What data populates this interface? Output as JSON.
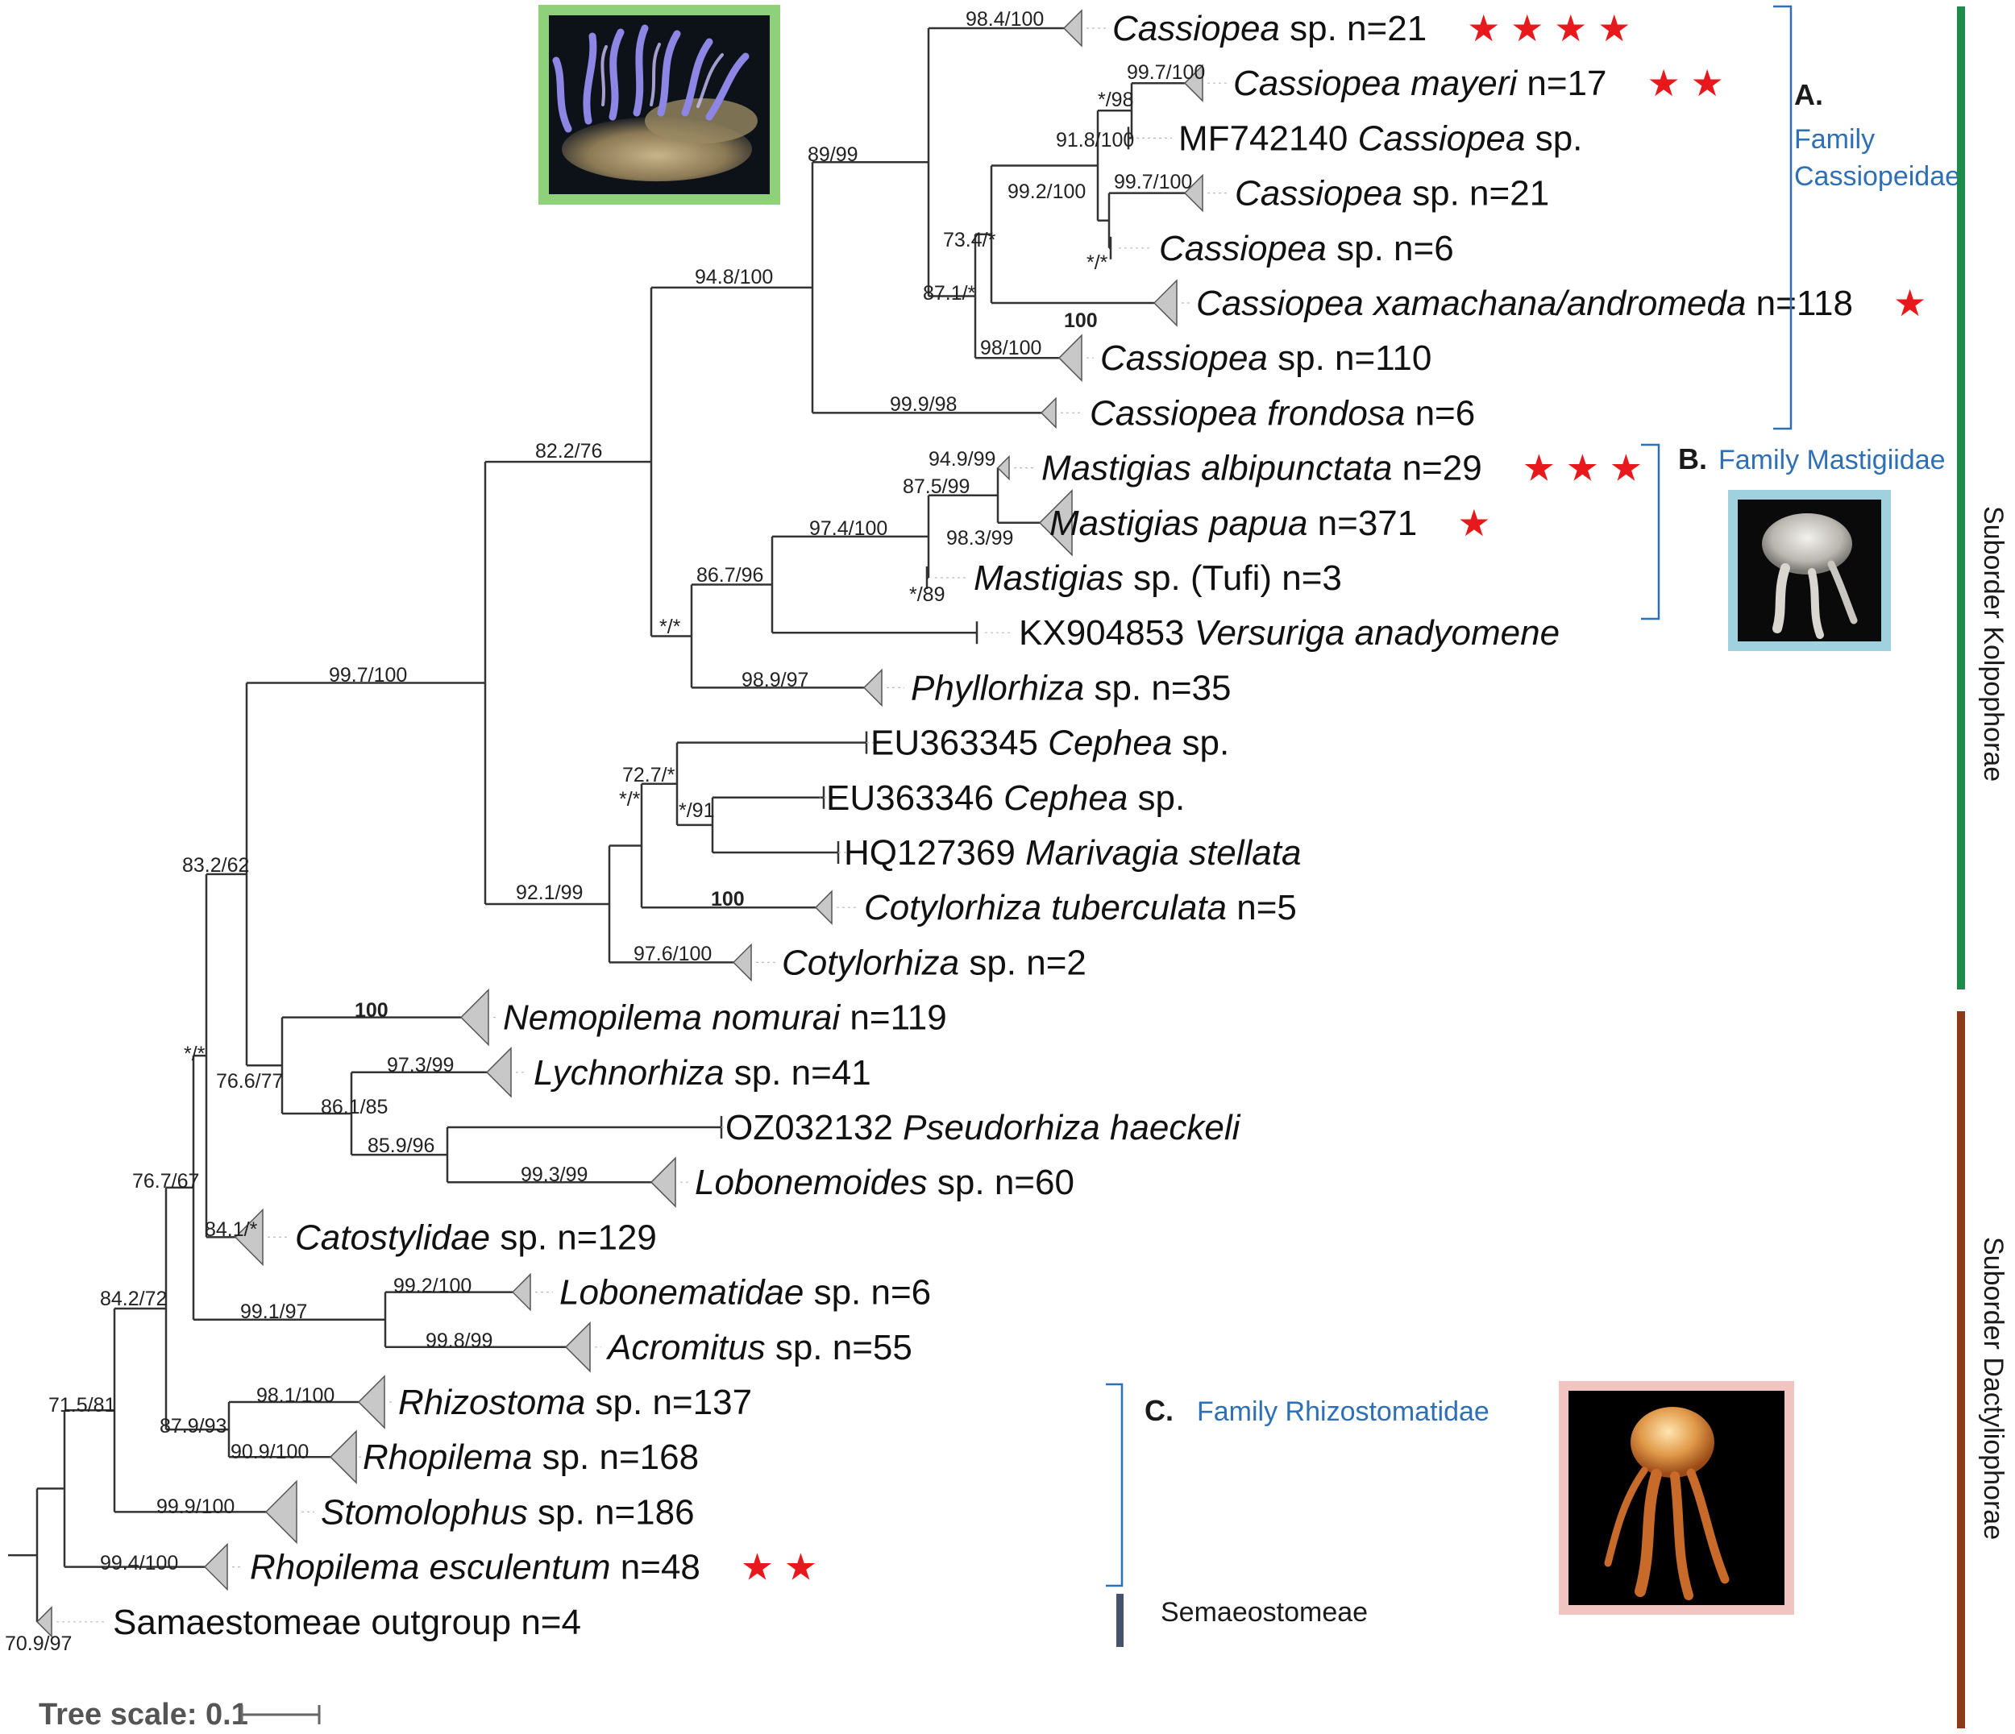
{
  "tips": [
    {
      "genus": "Cassiopea",
      "rest": " sp. n=21",
      "stars": 4
    },
    {
      "genus": "Cassiopea mayeri",
      "rest": " n=17",
      "stars": 2
    },
    {
      "prefix": "MF742140 ",
      "genus": "Cassiopea",
      "rest": " sp.",
      "stars": 0
    },
    {
      "genus": "Cassiopea",
      "rest": " sp. n=21",
      "stars": 0
    },
    {
      "genus": "Cassiopea",
      "rest": " sp. n=6",
      "stars": 0
    },
    {
      "genus": "Cassiopea xamachana/andromeda",
      "rest": " n=118",
      "stars": 1
    },
    {
      "genus": "Cassiopea",
      "rest": " sp. n=110",
      "stars": 0
    },
    {
      "genus": "Cassiopea frondosa",
      "rest": " n=6",
      "stars": 0
    },
    {
      "genus": "Mastigias albipunctata",
      "rest": " n=29",
      "stars": 3
    },
    {
      "genus": "Mastigias papua",
      "rest": " n=371",
      "stars": 1
    },
    {
      "genus": "Mastigias",
      "rest": " sp. (Tufi) n=3",
      "stars": 0
    },
    {
      "prefix": "KX904853 ",
      "genus": "Versuriga anadyomene",
      "rest": "",
      "stars": 0
    },
    {
      "genus": "Phyllorhiza",
      "rest": " sp. n=35",
      "stars": 0
    },
    {
      "prefix": "EU363345 ",
      "genus": "Cephea",
      "rest": " sp.",
      "stars": 0
    },
    {
      "prefix": "EU363346 ",
      "genus": "Cephea",
      "rest": " sp.",
      "stars": 0
    },
    {
      "prefix": "HQ127369 ",
      "genus": "Marivagia stellata",
      "rest": "",
      "stars": 0
    },
    {
      "genus": "Cotylorhiza tuberculata",
      "rest": " n=5",
      "stars": 0
    },
    {
      "genus": "Cotylorhiza",
      "rest": " sp. n=2",
      "stars": 0
    },
    {
      "genus": "Nemopilema nomurai",
      "rest": " n=119",
      "stars": 0
    },
    {
      "genus": "Lychnorhiza",
      "rest": " sp. n=41",
      "stars": 0
    },
    {
      "prefix": "OZ032132 ",
      "genus": "Pseudorhiza haeckeli",
      "rest": "",
      "stars": 0
    },
    {
      "genus": "Lobonemoides",
      "rest": " sp. n=60",
      "stars": 0
    },
    {
      "genus": "Catostylidae",
      "rest": " sp. n=129",
      "stars": 0
    },
    {
      "genus": "Lobonematidae",
      "rest": " sp. n=6",
      "stars": 0
    },
    {
      "genus": "Acromitus",
      "rest": " sp. n=55",
      "stars": 0
    },
    {
      "genus": "Rhizostoma",
      "rest": " sp. n=137",
      "stars": 0
    },
    {
      "genus": "Rhopilema",
      "rest": " sp. n=168",
      "stars": 0
    },
    {
      "genus": "Stomolophus",
      "rest": " sp. n=186",
      "stars": 0
    },
    {
      "genus": "Rhopilema esculentum",
      "rest": " n=48",
      "stars": 2
    },
    {
      "prefix": "",
      "genus": "",
      "rest": "Samaestomeae outgroup n=4",
      "stars": 0
    }
  ],
  "supports": [
    "98.4/100",
    "99.7/100",
    "*/98",
    "91.8/100",
    "99.2/100",
    "99.7/100",
    "73.4/*",
    "*/*",
    "87.1/*",
    "100",
    "98/100",
    "89/99",
    "99.9/98",
    "94.8/100",
    "94.9/99",
    "87.5/99",
    "98.3/99",
    "*/89",
    "97.4/100",
    "86.7/96",
    "*/*",
    "98.9/97",
    "82.2/76",
    "72.7/*",
    "*/91",
    "*/*",
    "100",
    "97.6/100",
    "92.1/99",
    "99.7/100",
    "100",
    "97.3/99",
    "85.9/96",
    "99.3/99",
    "86.1/85",
    "76.6/77",
    "84.1/*",
    "*/*",
    "83.2/62",
    "99.2/100",
    "99.8/99",
    "99.1/97",
    "98.1/100",
    "90.9/100",
    "87.9/93",
    "76.7/67",
    "99.9/100",
    "84.2/72",
    "99.4/100",
    "71.5/81",
    "70.9/97"
  ],
  "families": {
    "A": {
      "letter": "A.",
      "line1": "Family",
      "line2": "Cassiopeidae",
      "color": "#2e6fb5"
    },
    "B": {
      "letter": "B.",
      "name": "Family Mastigiidae",
      "color": "#2e6fb5"
    },
    "C": {
      "letter": "C.",
      "name": "Family Rhizostomatidae",
      "color": "#2e6fb5"
    }
  },
  "semaeostomeae": {
    "label": "Semaeostomeae",
    "color": "#44536b"
  },
  "suborders": {
    "kolpophorae": {
      "label": "Suborder Kolpophorae",
      "color": "#1e8a4c"
    },
    "dactyliophorae": {
      "label": "Suborder Dactyliophorae",
      "color": "#8b3a1a"
    }
  },
  "scale": {
    "label": "Tree scale: 0.1"
  },
  "photo_frames": {
    "cassiopea": "#8fd17a",
    "mastigias": "#9fd1de",
    "rhizostomatid": "#f0c4c0"
  },
  "icons": [
    "star-icon",
    "cassiopea-photo",
    "mastigias-photo",
    "rhizostomatid-photo"
  ]
}
